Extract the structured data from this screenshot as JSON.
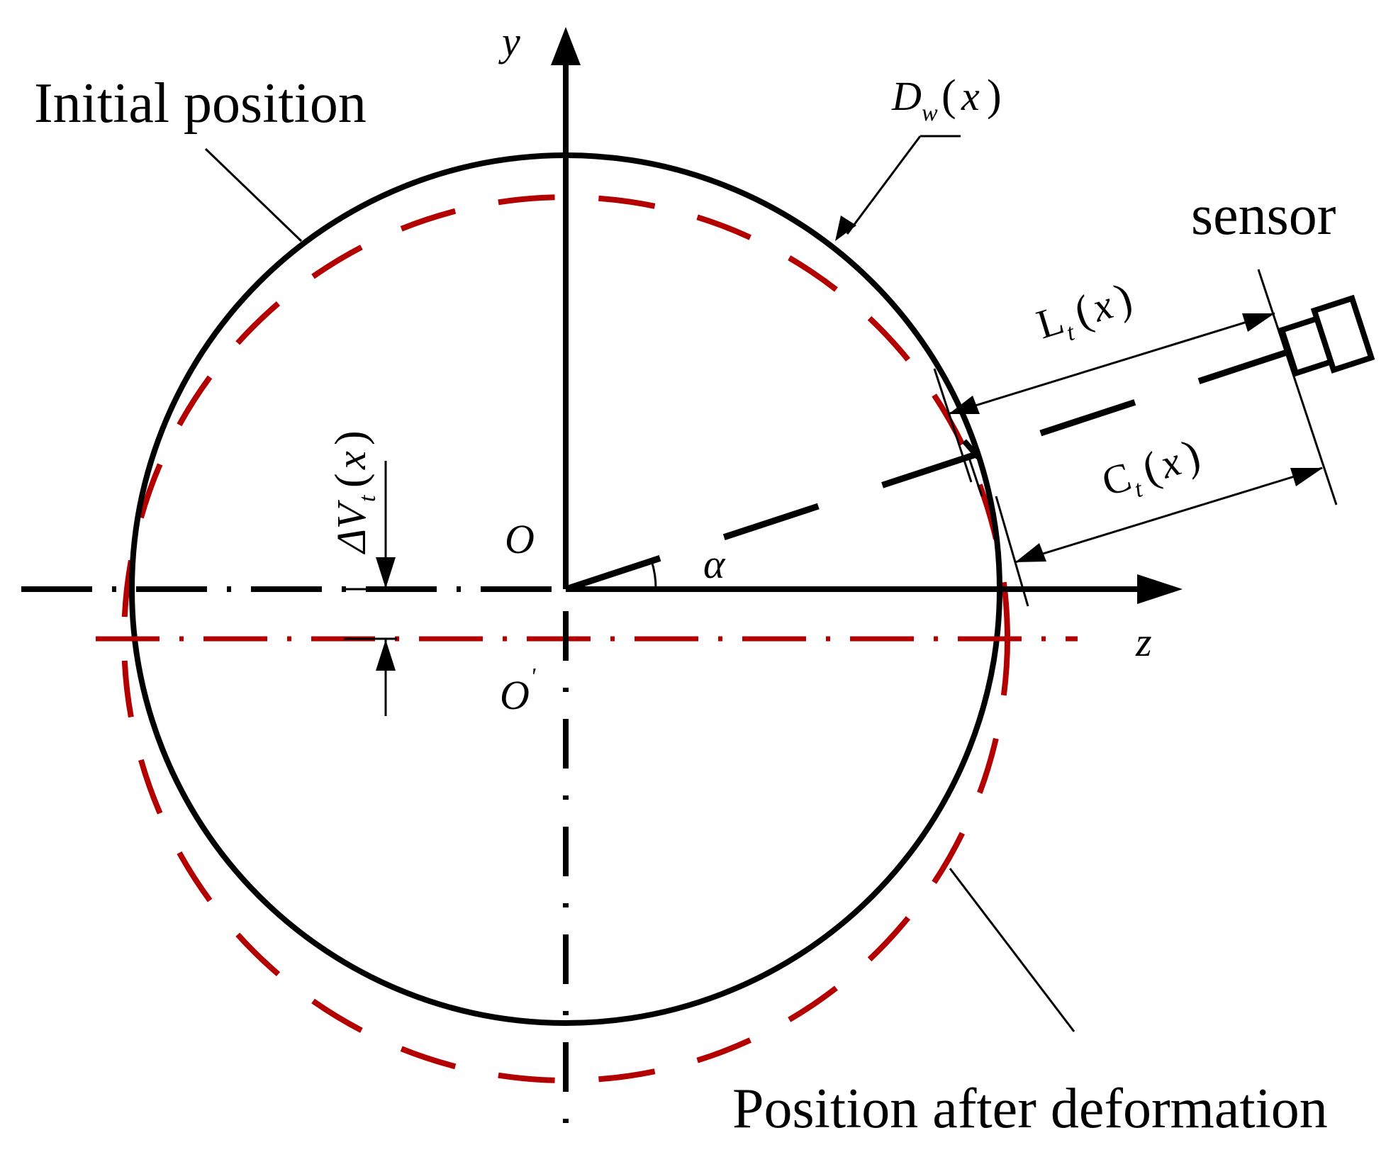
{
  "labels": {
    "initial": "Initial position",
    "deformed": "Position after deformation",
    "sensor": "sensor",
    "axis_y": "y",
    "axis_z": "z",
    "origin": "O",
    "origin_prime": "O",
    "prime_mark": "'",
    "angle": "α"
  },
  "formulas": {
    "dw": {
      "base": "D",
      "sub": "w",
      "arg": "x"
    },
    "lt": {
      "base": "L",
      "sub": "t",
      "arg": "x"
    },
    "ct": {
      "base": "C",
      "sub": "t",
      "arg": "x"
    },
    "dv": {
      "base": "ΔV",
      "sub": "t",
      "arg": "x"
    }
  },
  "colors": {
    "initial_circle": "#000000",
    "deformed_circle": "#b30000",
    "axes": "#000000"
  }
}
